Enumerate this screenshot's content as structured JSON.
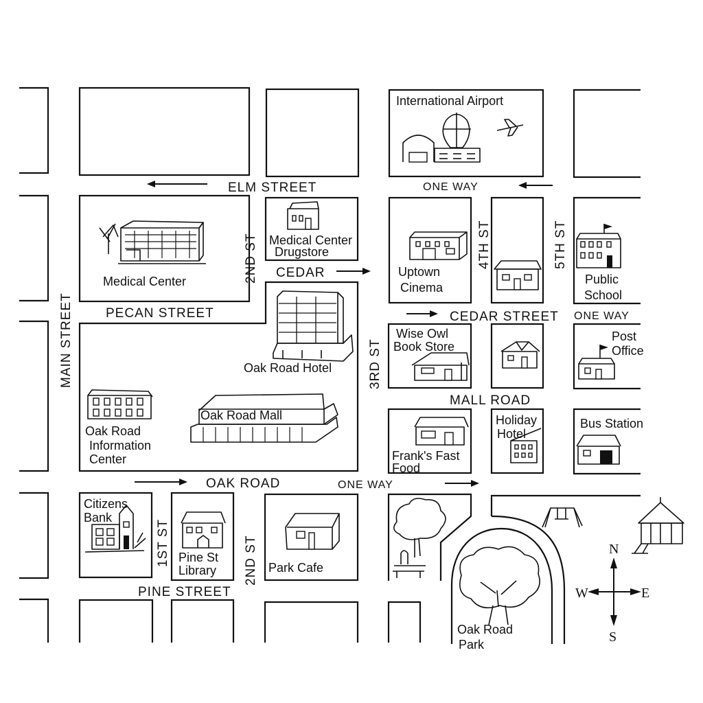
{
  "streets": {
    "elm": "ELM  STREET",
    "one_way_top": "ONE  WAY",
    "cedar_short": "CEDAR",
    "cedar": "CEDAR  STREET",
    "one_way_cedar": "ONE WAY",
    "pecan": "PECAN    STREET",
    "main": "MAIN  STREET",
    "second_top": "2ND  ST",
    "second_bottom": "2ND  ST",
    "third": "3RD  ST",
    "fourth": "4TH  ST",
    "fifth": "5TH  ST",
    "first": "1ST  ST",
    "mall_road": "MALL    ROAD",
    "oak_road": "OAK  ROAD",
    "one_way_oak": "ONE   WAY",
    "pine": "PINE  STREET"
  },
  "places": {
    "airport": "International Airport",
    "medical_center": "Medical   Center",
    "drugstore_l1": "Medical Center",
    "drugstore_l2": "Drugstore",
    "cinema_l1": "Uptown",
    "cinema_l2": "Cinema",
    "school_l1": "Public",
    "school_l2": "School",
    "hotel": "Oak   Road   Hotel",
    "bookstore_l1": "Wise   Owl",
    "bookstore_l2": "Book  Store",
    "post_l1": "Post",
    "post_l2": "Office",
    "info_l1": "Oak   Road",
    "info_l2": "Information",
    "info_l3": "Center",
    "mall": "Oak   Road   Mall",
    "franks_l1": "Frank's Fast",
    "franks_l2": "Food",
    "holiday_l1": "Holiday",
    "holiday_l2": "Hotel",
    "bus": "Bus    Station",
    "bank_l1": "Citizens",
    "bank_l2": "Bank",
    "library_l1": "Pine   St",
    "library_l2": "Library",
    "cafe": "Park Cafe",
    "park_l1": "Oak Road",
    "park_l2": "Park"
  },
  "compass": {
    "n": "N",
    "s": "S",
    "e": "E",
    "w": "W"
  },
  "colors": {
    "ink": "#111111",
    "background": "#ffffff"
  }
}
